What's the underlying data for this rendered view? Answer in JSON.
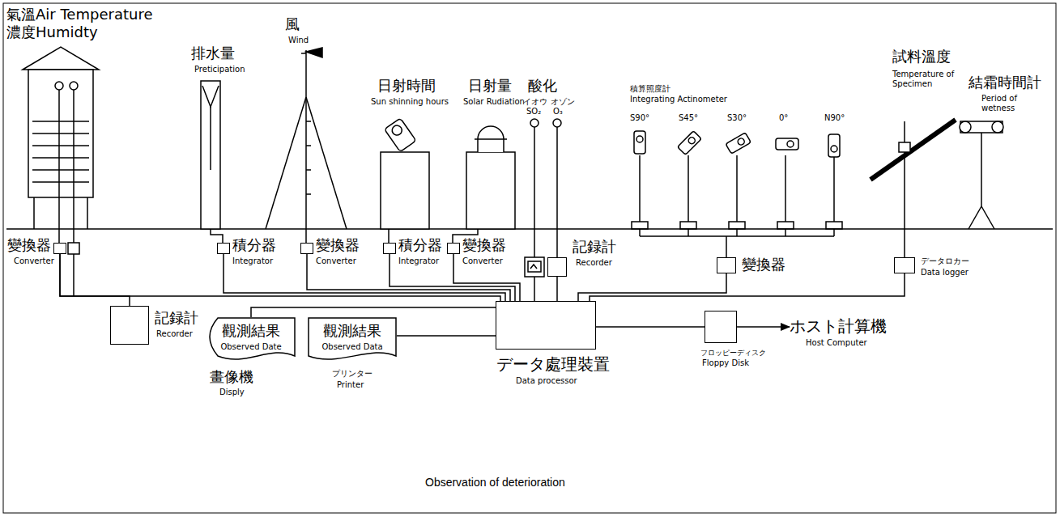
{
  "diagram": {
    "caption": "Observation of deterioration",
    "nodes": [
      {
        "text": [
          "變換器",
          "Converter"
        ]
      },
      {
        "text": [
          "積分器",
          "Integrator"
        ]
      },
      {
        "text": [
          "變換器",
          "Converter"
        ]
      },
      {
        "text": [
          "積分器",
          "Integrator"
        ]
      },
      {
        "text": [
          "變換器",
          "Converter"
        ]
      },
      {
        "text": [
          "記録計",
          "Recorder"
        ]
      },
      {
        "text": [
          "變換器"
        ]
      },
      {
        "text": [
          "データロカー",
          "Data logger"
        ]
      },
      {
        "text": [
          "記録計",
          "Recorder"
        ]
      },
      {
        "text": [
          "觀測結果",
          "Observed Date",
          "畫像機",
          "Disply"
        ]
      },
      {
        "text": [
          "觀測結果",
          "Observed Data",
          "プリンター",
          "Printer"
        ]
      },
      {
        "text": [
          "データ處理裝置",
          "Data processor"
        ]
      },
      {
        "text": [
          "フロッピーディスク",
          "Floppy Disk"
        ]
      },
      {
        "text": [
          "ホスト計算機",
          "Host Computer"
        ]
      }
    ],
    "edges": [
      {
        "from": 0,
        "to": 8,
        "arrow": "none"
      },
      {
        "from": 0,
        "to": 11,
        "arrow": "none"
      },
      {
        "from": 1,
        "to": 11,
        "arrow": "none"
      },
      {
        "from": 2,
        "to": 11,
        "arrow": "none"
      },
      {
        "from": 3,
        "to": 11,
        "arrow": "none"
      },
      {
        "from": 4,
        "to": 11,
        "arrow": "none"
      },
      {
        "from": 5,
        "to": 11,
        "arrow": "none"
      },
      {
        "from": 6,
        "to": 11,
        "arrow": "none"
      },
      {
        "from": 7,
        "to": 11,
        "arrow": "none"
      },
      {
        "from": 11,
        "to": 9,
        "arrow": "none"
      },
      {
        "from": 11,
        "to": 10,
        "arrow": "none"
      },
      {
        "from": 11,
        "to": 12,
        "arrow": "none"
      },
      {
        "from": 12,
        "to": 13,
        "arrow": "to"
      }
    ],
    "labels": [
      "氣溫Air Temperature",
      "濃度Humidty",
      "排水量",
      "Preticipation",
      "風",
      "Wind",
      "日射時間",
      "Sun shinning hours",
      "日射量",
      "Solar Rudiation",
      "酸化",
      "イオウ",
      "SO₂",
      "オゾン",
      "O₃",
      "積算照度計",
      "Integrating Actinometer",
      "S90°",
      "S45°",
      "S30°",
      "0°",
      "N90°",
      "試料溫度",
      "Temperature of Specimen",
      "結霜時間計",
      "Period of wetness"
    ]
  }
}
